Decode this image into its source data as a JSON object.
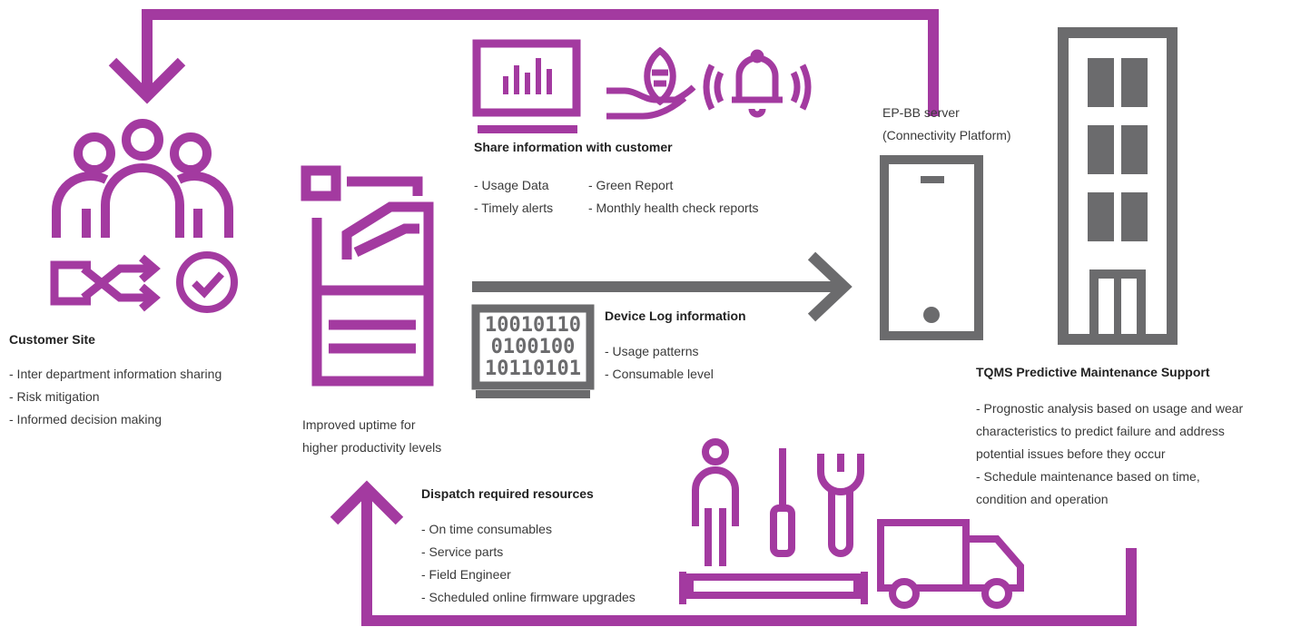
{
  "colors": {
    "purple": "#a33aa0",
    "gray": "#6b6b6d",
    "text": "#3a3a3a"
  },
  "customer_site": {
    "title": "Customer Site",
    "items": [
      "- Inter department information sharing",
      "- Risk mitigation",
      "- Informed decision making"
    ]
  },
  "share_info": {
    "title": "Share information with customer",
    "items_col1": [
      "- Usage Data",
      "- Timely alerts"
    ],
    "items_col2": [
      "- Green Report",
      "- Monthly health check reports"
    ]
  },
  "device_log": {
    "title": "Device Log information",
    "items": [
      "- Usage patterns",
      "- Consumable level"
    ],
    "binary": [
      "10010110",
      "0100100",
      "10110101"
    ]
  },
  "server": {
    "line1": "EP-BB server",
    "line2": "(Connectivity Platform)"
  },
  "tqms": {
    "title": "TQMS Predictive Maintenance Support",
    "lines": [
      "- Prognostic analysis based on usage and  wear",
      "characteristics to predict failure and  address",
      "potential issues before they occur",
      "- Schedule maintenance based on time,",
      "condition and operation"
    ]
  },
  "uptime": {
    "line1": "Improved uptime for",
    "line2": "higher productivity levels"
  },
  "dispatch": {
    "title": "Dispatch required resources",
    "items": [
      "- On time consumables",
      "- Service parts",
      "- Field Engineer",
      "- Scheduled online firmware upgrades"
    ]
  },
  "icons": [
    "people-icon",
    "sync-icon",
    "check-circle-icon",
    "printer-icon",
    "monitor-chart-icon",
    "hand-leaf-icon",
    "bell-icon",
    "binary-screen-icon",
    "server-icon",
    "building-icon",
    "engineer-icon",
    "screwdriver-icon",
    "wrench-icon",
    "truck-icon",
    "roller-icon"
  ]
}
